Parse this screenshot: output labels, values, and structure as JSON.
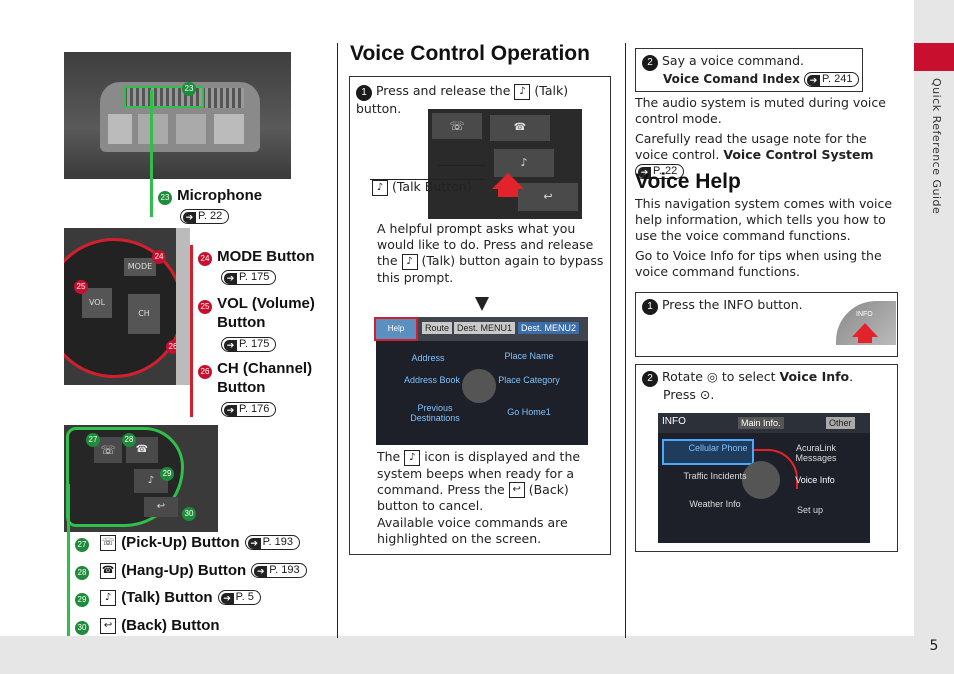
{
  "sidebar": {
    "section": "Quick Reference Guide"
  },
  "page_number": "5",
  "left": {
    "callouts": [
      {
        "num": "23",
        "label": "Microphone",
        "ref": "P. 22"
      },
      {
        "num": "24",
        "label": "MODE Button",
        "ref": "P. 175"
      },
      {
        "num": "25",
        "label": "VOL (Volume) Button",
        "ref": "P. 175"
      },
      {
        "num": "26",
        "label": "CH (Channel) Button",
        "ref": "P. 176"
      },
      {
        "num": "27",
        "label": "(Pick-Up) Button",
        "ref": "P. 193"
      },
      {
        "num": "28",
        "label": "(Hang-Up) Button",
        "ref": "P. 193"
      },
      {
        "num": "29",
        "label": "(Talk) Button",
        "ref": "P. 5"
      },
      {
        "num": "30",
        "label": "(Back) Button",
        "ref": ""
      }
    ],
    "photo2_labels": {
      "mode": "MODE",
      "vol": "VOL",
      "ch": "CH",
      "n24": "24",
      "n25": "25",
      "n26": "26"
    },
    "photo3_labels": {
      "n27": "27",
      "n28": "28",
      "n29": "29",
      "n30": "30"
    }
  },
  "middle": {
    "title": "Voice Control Operation",
    "step1": "Press and release the",
    "step1_tail": "(Talk) button.",
    "talk_caption": "(Talk Button)",
    "para1": "A helpful prompt asks what you would like to do. Press and release the",
    "para1_tail": "(Talk) button again to bypass this prompt.",
    "para2a": "The",
    "para2b": "icon is displayed and the system beeps when ready for a command. Press the",
    "para2c": "(Back) button to cancel.",
    "para3": "Available voice commands are highlighted on the screen.",
    "nav_screen": {
      "help": "Help",
      "tab_route": "Route",
      "tab_dest1": "Dest. MENU1",
      "tab_dest2": "Dest. MENU2",
      "items": [
        "Address",
        "Place Name",
        "Address Book",
        "Place Category",
        "Previous Destinations",
        "Go Home1"
      ]
    }
  },
  "right": {
    "step2": "Say a voice command.",
    "step2_link": "Voice Comand Index",
    "step2_ref": "P. 241",
    "para1": "The audio system is muted during voice control mode.",
    "para2": "Carefully read the usage note for the voice control.",
    "para2_link": "Voice Control System",
    "para2_ref": "P. 22",
    "title": "Voice Help",
    "para3": "This navigation system comes with voice help information, which tells you how to use the voice command functions.",
    "para4": "Go to Voice Info for tips when using the voice command functions.",
    "box1": "Press the INFO button.",
    "info_btn": "INFO",
    "box2a": "Rotate",
    "box2b": "to select",
    "box2_bold": "Voice Info",
    "box2c": "Press",
    "info_screen": {
      "header": "INFO",
      "tab_main": "Main Info.",
      "tab_other": "Other",
      "items": [
        "Cellular Phone",
        "AcuraLink Messages",
        "Traffic Incidents",
        "Voice Info",
        "Weather Info",
        "Set up"
      ]
    }
  }
}
